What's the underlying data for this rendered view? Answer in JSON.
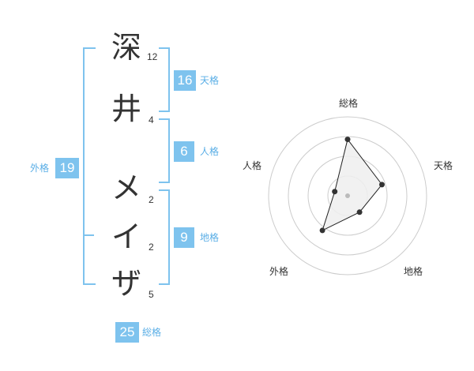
{
  "colors": {
    "accent": "#7ec3ee",
    "text": "#333333",
    "label": "#5aaee6",
    "grid": "#cccccc",
    "fill": "#eeeeee",
    "polygon_stroke": "#222222"
  },
  "name_chars": [
    {
      "char": "深",
      "strokes": "12"
    },
    {
      "char": "井",
      "strokes": "4"
    },
    {
      "char": "メ",
      "strokes": "2"
    },
    {
      "char": "イ",
      "strokes": "2"
    },
    {
      "char": "ザ",
      "strokes": "5"
    }
  ],
  "kakusu": {
    "tenkaku": {
      "value": "16",
      "label": "天格"
    },
    "jinkaku": {
      "value": "6",
      "label": "人格"
    },
    "chikaku": {
      "value": "9",
      "label": "地格"
    },
    "gaikaku": {
      "value": "19",
      "label": "外格"
    },
    "soukaku": {
      "value": "25",
      "label": "総格"
    }
  },
  "chart_data": {
    "type": "radar",
    "axes": [
      "総格",
      "天格",
      "地格",
      "外格",
      "人格"
    ],
    "values": [
      25,
      16,
      9,
      19,
      6
    ]
  }
}
